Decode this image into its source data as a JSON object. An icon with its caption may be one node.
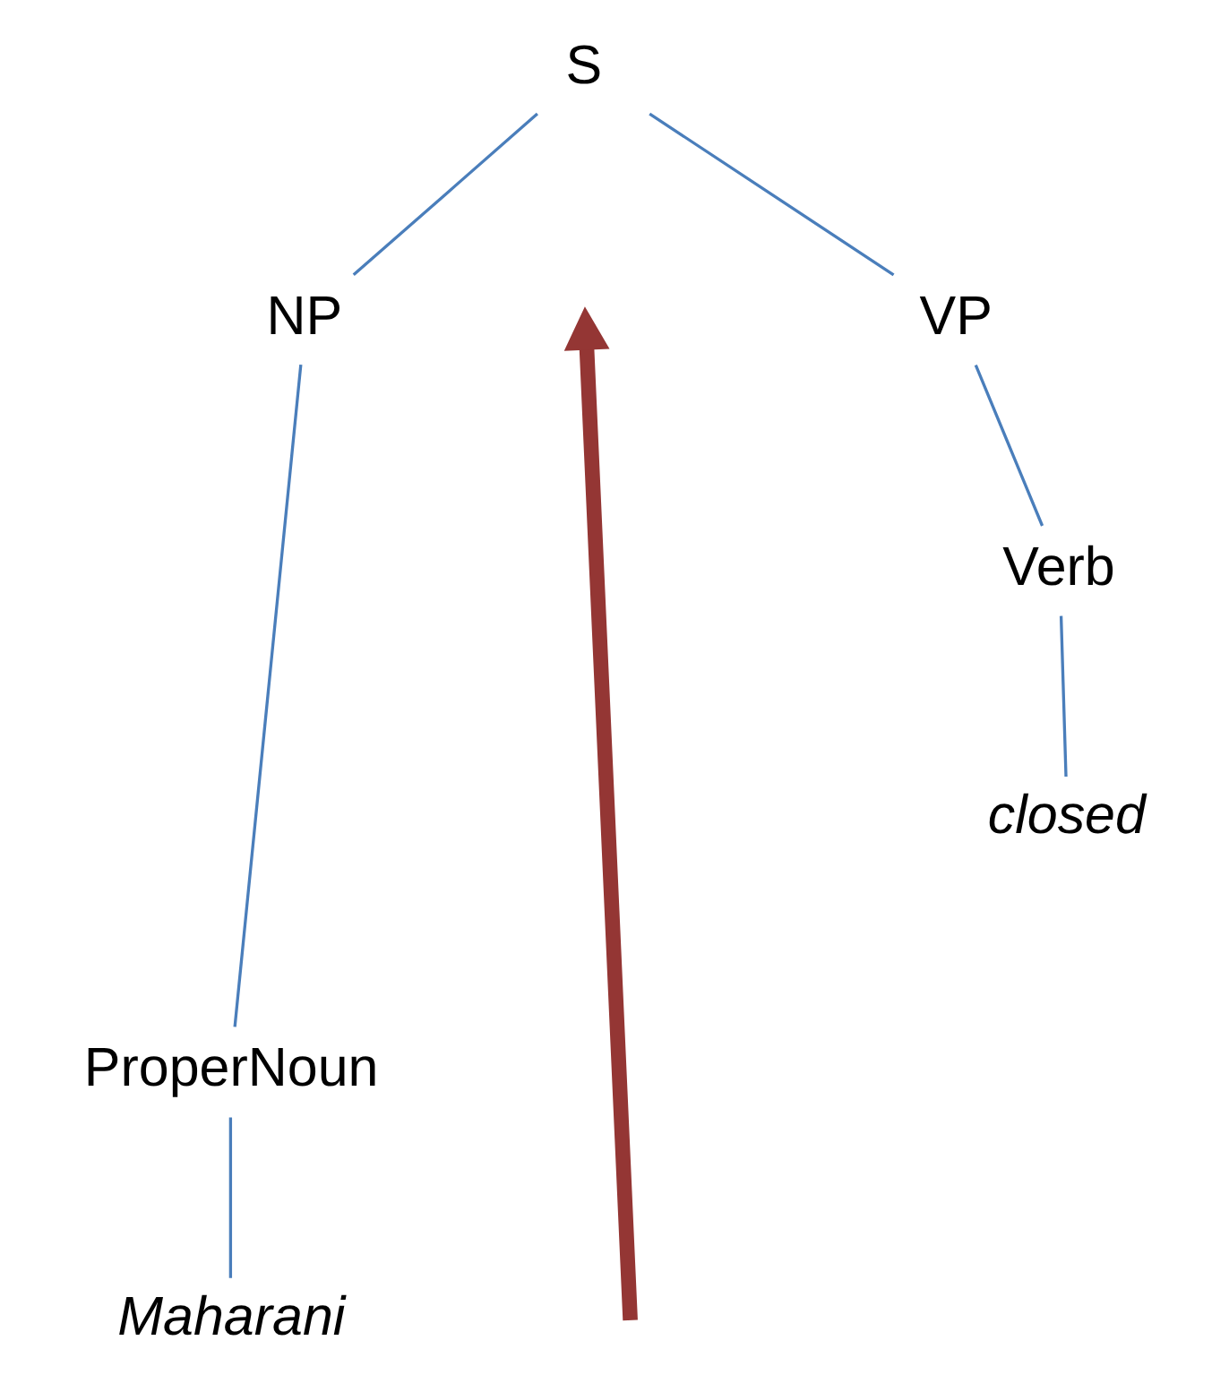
{
  "diagram": {
    "nodes": [
      {
        "text": [
          "S"
        ]
      },
      {
        "text": [
          "NP"
        ]
      },
      {
        "text": [
          "VP"
        ]
      },
      {
        "text": [
          "ProperNoun"
        ]
      },
      {
        "text": [
          "Verb"
        ]
      },
      {
        "text": [
          "Maharani"
        ]
      },
      {
        "text": [
          "closed"
        ]
      }
    ],
    "edges": [
      {
        "from": 0,
        "to": 1,
        "arrow": "none"
      },
      {
        "from": 0,
        "to": 2,
        "arrow": "none"
      },
      {
        "from": 1,
        "to": 3,
        "arrow": "none"
      },
      {
        "from": 2,
        "to": 4,
        "arrow": "none"
      },
      {
        "from": 3,
        "to": 5,
        "arrow": "none"
      },
      {
        "from": 4,
        "to": 6,
        "arrow": "none"
      }
    ]
  }
}
